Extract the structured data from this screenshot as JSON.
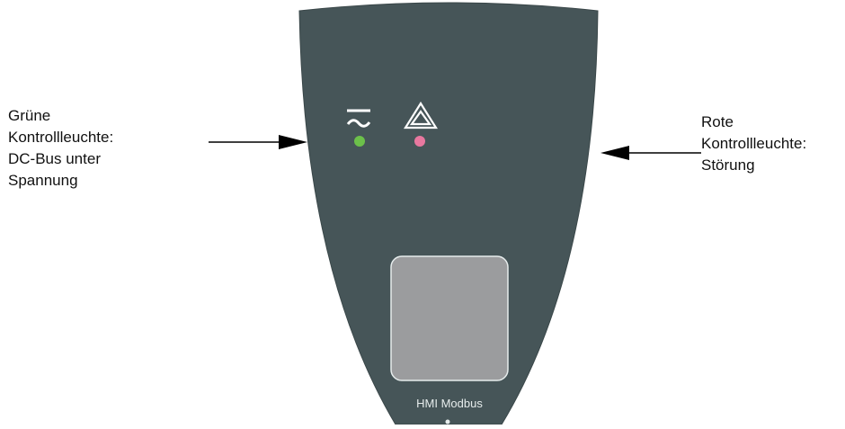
{
  "callouts": {
    "left": {
      "lines": [
        "Grüne",
        "Kontrollleuchte:",
        "DC-Bus unter",
        "Spannung"
      ]
    },
    "right": {
      "lines": [
        "Rote",
        "Kontrollleuchte:",
        "Störung"
      ]
    }
  },
  "panel": {
    "port_label": "HMI Modbus"
  },
  "colors": {
    "panel": "#465558",
    "panel_outline": "#3a4749",
    "port_fill": "#9b9c9e",
    "led_green": "#6cc04a",
    "led_red": "#e8789f",
    "icon": "#ffffff",
    "arrow": "#000000"
  },
  "icons": [
    "dc-bus-icon",
    "warning-triangle-icon"
  ]
}
